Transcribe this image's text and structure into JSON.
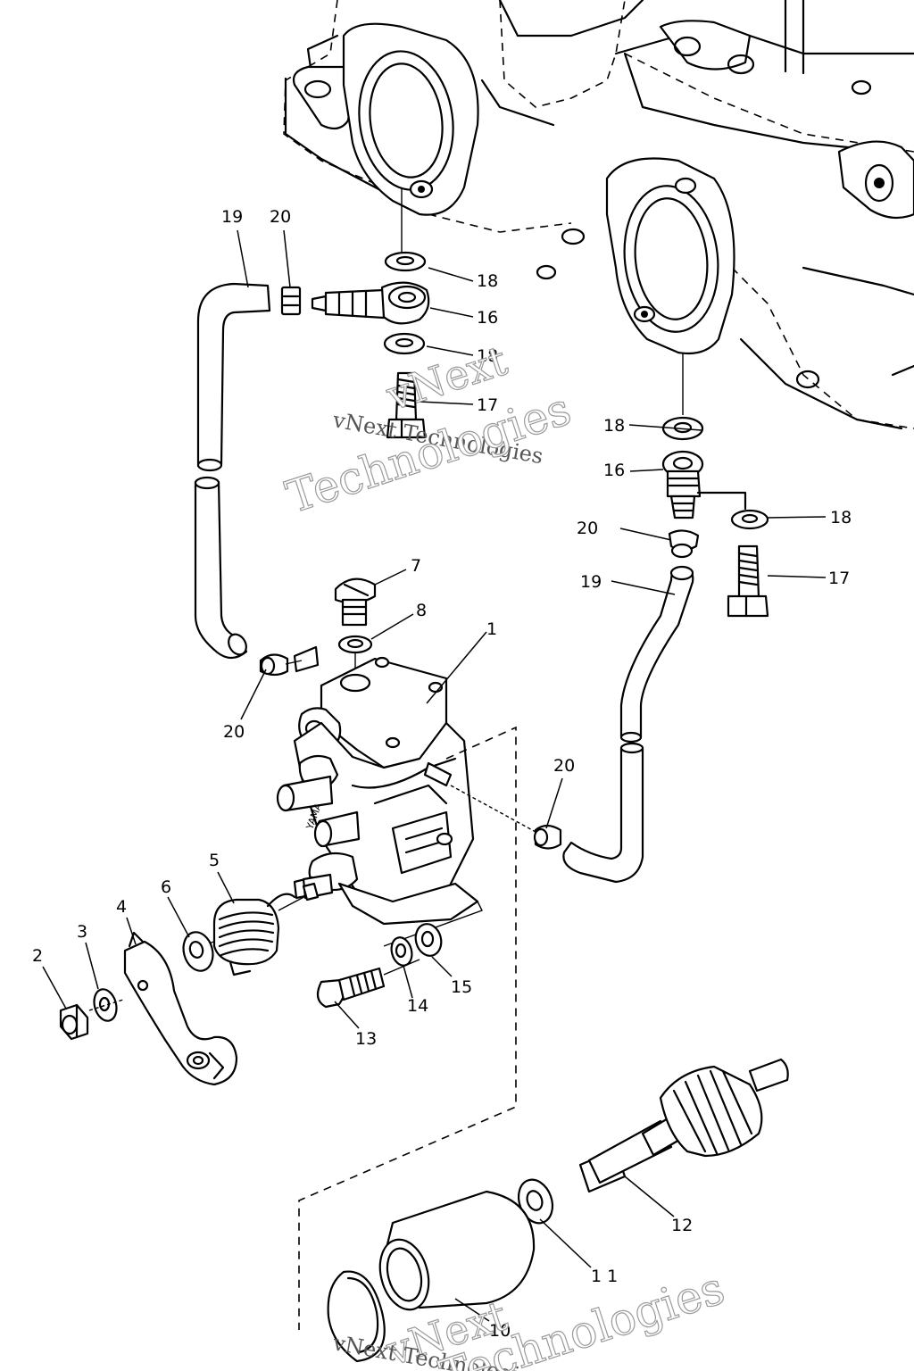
{
  "diagram": {
    "callouts": {
      "c1": "1",
      "c2": "2",
      "c3": "3",
      "c4": "4",
      "c5": "5",
      "c6": "6",
      "c7": "7",
      "c8": "8",
      "c10": "10",
      "c11": "1 1",
      "c12": "12",
      "c13": "13",
      "c14": "14",
      "c15": "15",
      "c16a": "16",
      "c16b": "16",
      "c17a": "17",
      "c17b": "17",
      "c18a": "18",
      "c18b": "18",
      "c18c": "18",
      "c18d": "18",
      "c19a": "19",
      "c19b": "19",
      "c20a": "20",
      "c20b": "20",
      "c20c": "20",
      "c20d": "20"
    },
    "watermarks": {
      "w1_line1": "vNext",
      "w1_line2": "vNext Technologies",
      "w1_line3": "Technologies",
      "w2_line1": "vNext",
      "w2_line2": "vNext Technologies",
      "w2_line3": "Technologies"
    }
  }
}
